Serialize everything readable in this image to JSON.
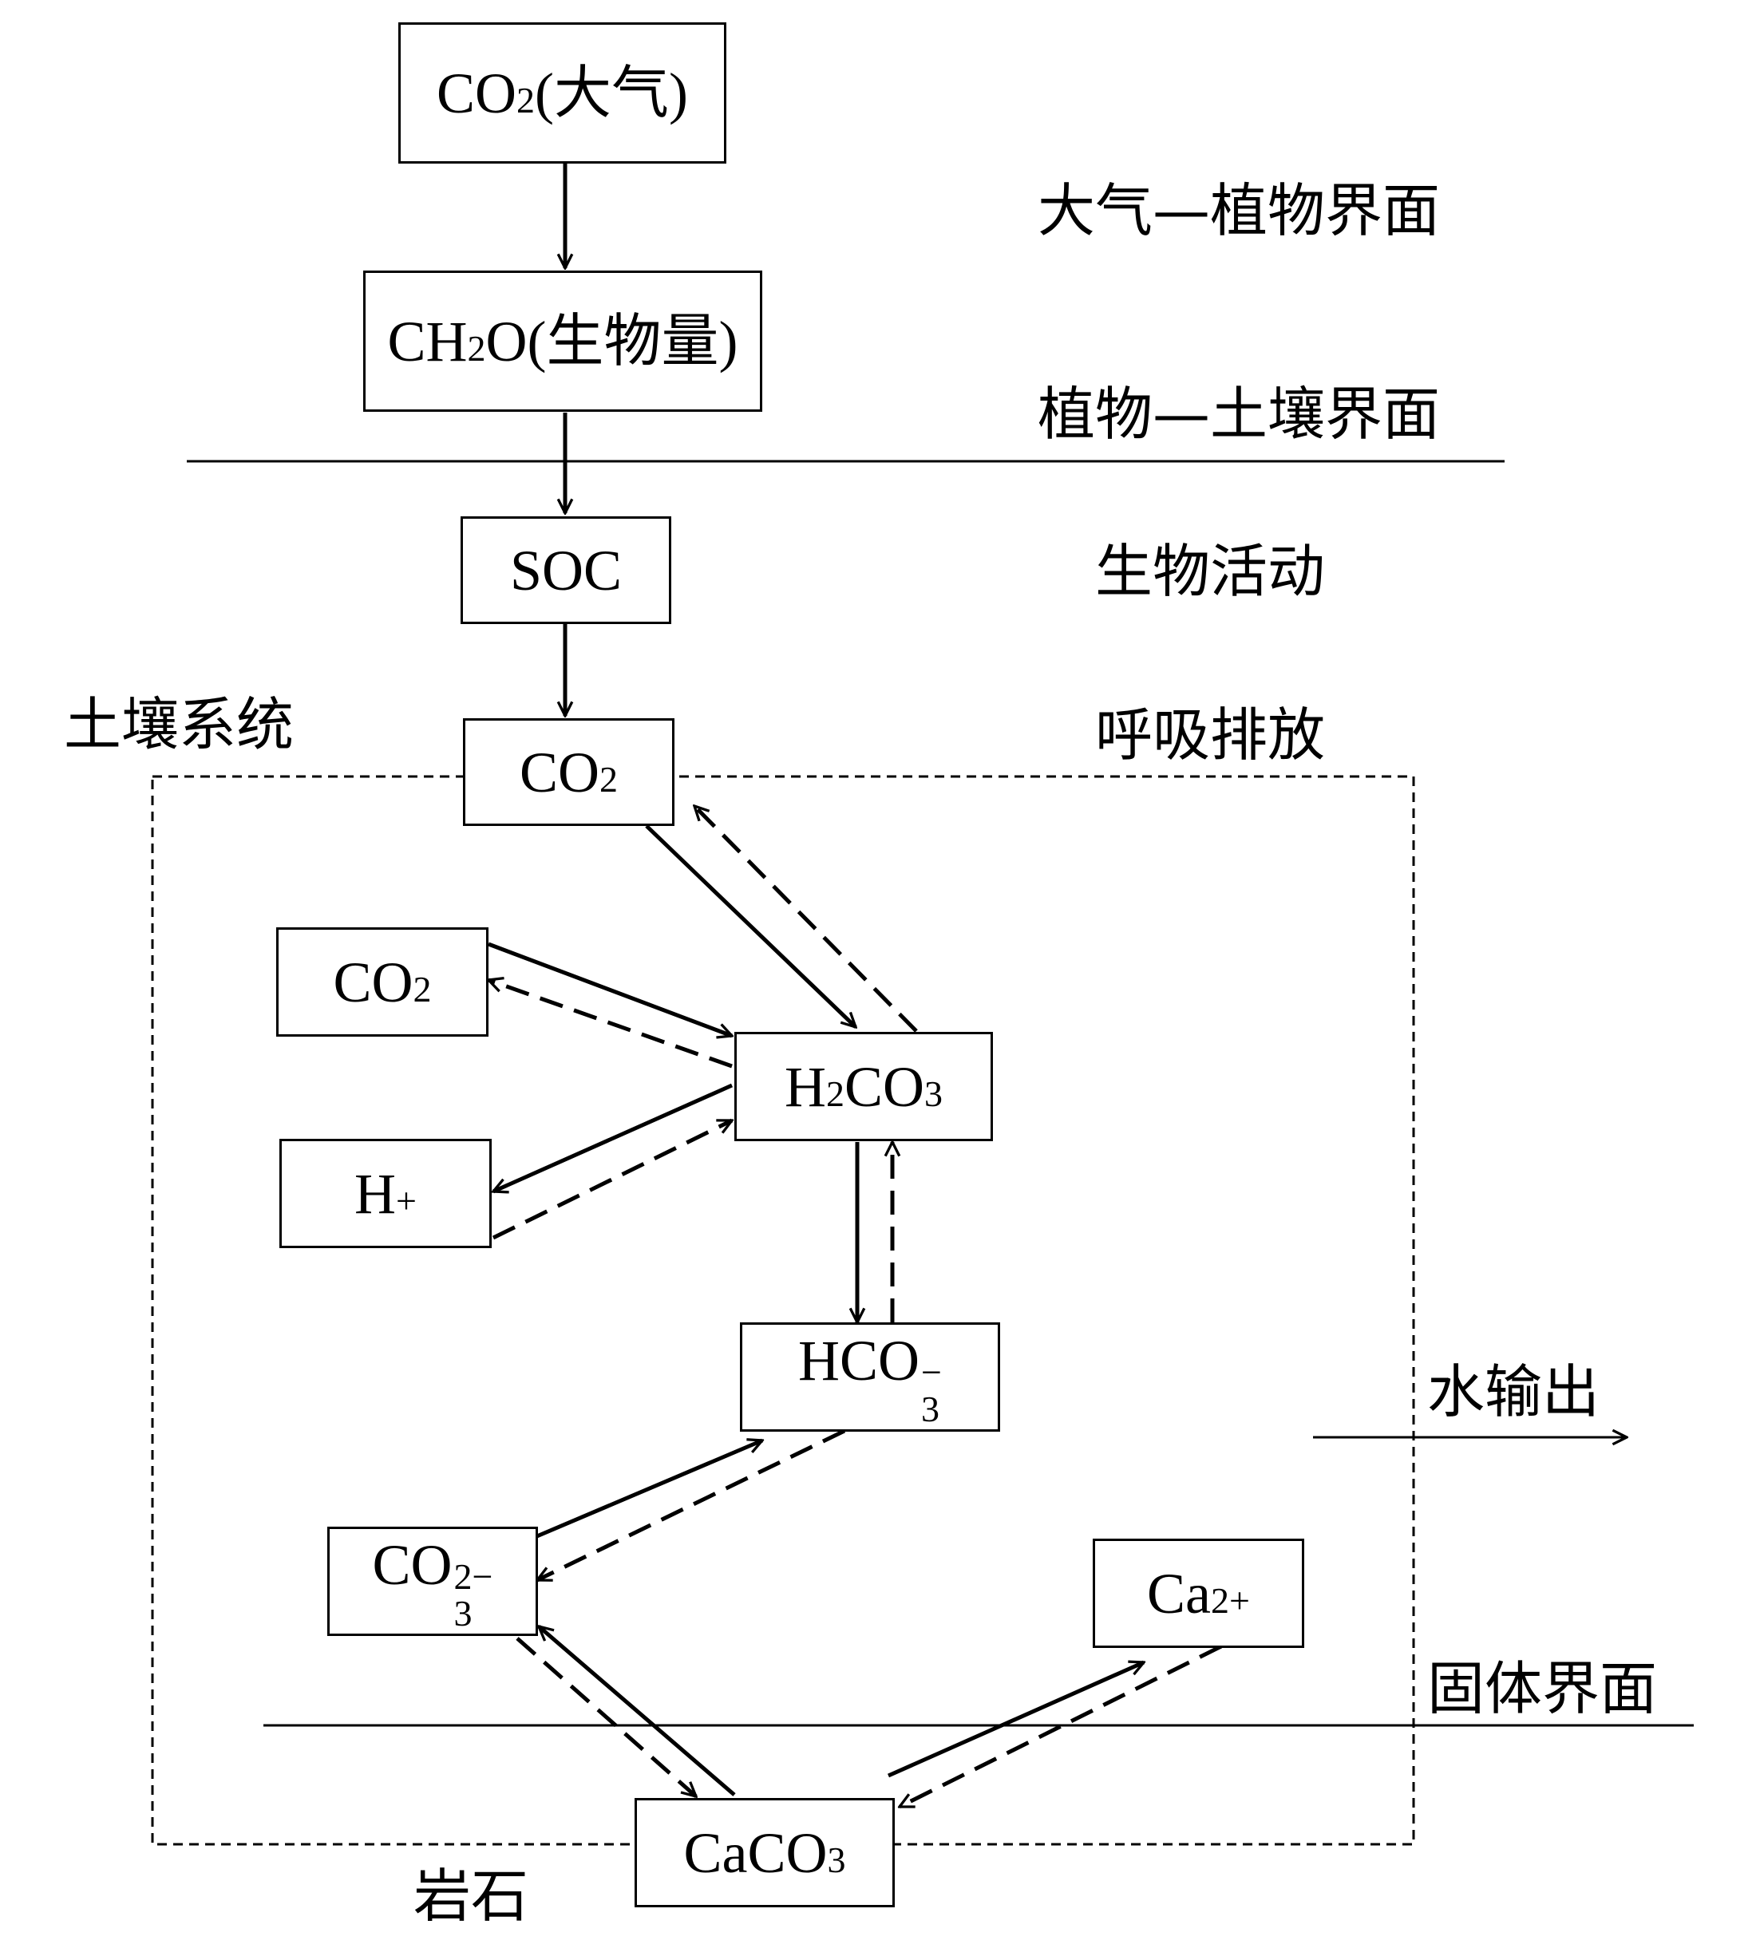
{
  "boxes": {
    "co2_atm": {
      "base": "CO",
      "sub": "2",
      "suffix": "(大气)"
    },
    "ch2o": {
      "pre": "CH",
      "sub": "2",
      "suffix": "O(生物量)"
    },
    "soc": {
      "text": "SOC"
    },
    "co2_resp": {
      "base": "CO",
      "sub": "2"
    },
    "co2_left": {
      "base": "CO",
      "sub": "2"
    },
    "h2co3": {
      "pre": "H",
      "sub1": "2",
      "mid": "CO",
      "sub2": "3"
    },
    "hplus": {
      "base": "H",
      "sup": "+"
    },
    "hco3": {
      "base": "HCO",
      "sup": "−",
      "sub": "3"
    },
    "co3": {
      "base": "CO",
      "sup": "2−",
      "sub": "3"
    },
    "ca2": {
      "base": "Ca",
      "sup": "2+"
    },
    "caco3": {
      "base": "CaCO",
      "sub": "3"
    }
  },
  "labels": {
    "atm_plant": "大气—植物界面",
    "plant_soil": "植物—土壤界面",
    "bio": "生物活动",
    "soil_system": "土壤系统",
    "respiration": "呼吸排放",
    "water_out": "水输出",
    "solid": "固体界面",
    "rock": "岩石"
  }
}
